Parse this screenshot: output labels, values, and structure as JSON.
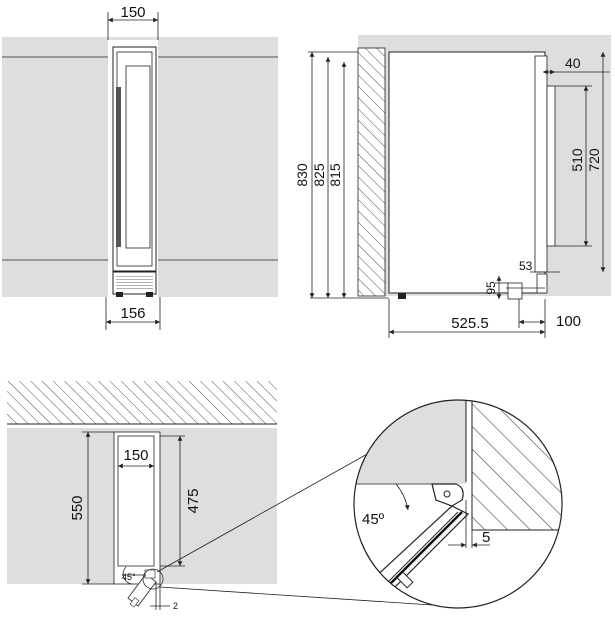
{
  "front_view": {
    "width_top": "150",
    "width_bottom": "156"
  },
  "side_view": {
    "height_830": "830",
    "height_825": "825",
    "height_815": "815",
    "handle_depth": "40",
    "handle_510": "510",
    "handle_720": "720",
    "offset_53": "53",
    "plinth_95": "95",
    "depth_525": "525.5",
    "depth_100": "100"
  },
  "top_view": {
    "depth_550": "550",
    "width_150": "150",
    "depth_475": "475",
    "angle_small": "45°",
    "gap_small": "2"
  },
  "detail_view": {
    "angle": "45º",
    "gap": "5"
  },
  "colors": {
    "panel": "#dedede",
    "line": "#222222",
    "hatch": "#555555"
  }
}
